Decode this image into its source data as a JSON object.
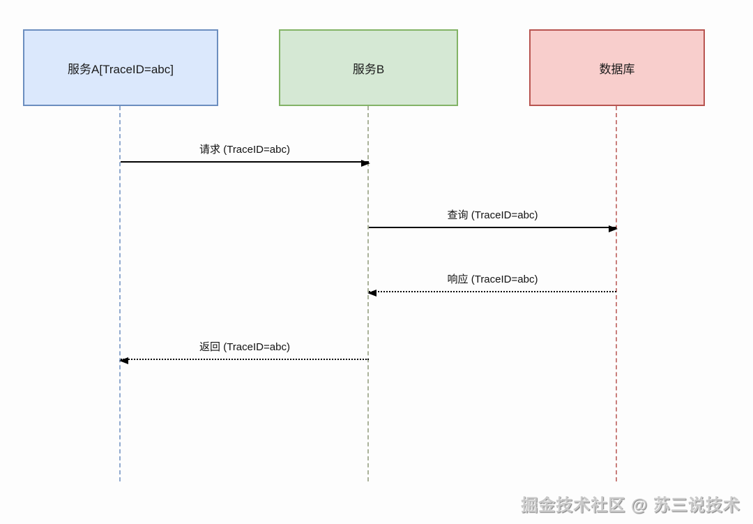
{
  "diagram": {
    "type": "sequence",
    "participants": [
      {
        "id": "service-a",
        "label": "服务A[TraceID=abc]",
        "fill_color": "#dbe8fc",
        "border_color": "#6c8ebf"
      },
      {
        "id": "service-b",
        "label": "服务B",
        "fill_color": "#d5e8d4",
        "border_color": "#82b366"
      },
      {
        "id": "database",
        "label": "数据库",
        "fill_color": "#f8cecc",
        "border_color": "#b85450"
      }
    ],
    "messages": [
      {
        "label": "请求 (TraceID=abc)",
        "from": "service-a",
        "to": "service-b",
        "line_style": "solid",
        "direction": "right",
        "color": "#000000"
      },
      {
        "label": "查询 (TraceID=abc)",
        "from": "service-b",
        "to": "database",
        "line_style": "solid",
        "direction": "right",
        "color": "#000000"
      },
      {
        "label": "响应 (TraceID=abc)",
        "from": "database",
        "to": "service-b",
        "line_style": "dotted",
        "direction": "left",
        "color": "#000000"
      },
      {
        "label": "返回 (TraceID=abc)",
        "from": "service-b",
        "to": "service-a",
        "line_style": "dotted",
        "direction": "left",
        "color": "#000000"
      }
    ]
  },
  "watermark": {
    "text": "掘金技术社区 @ 苏三说技术"
  }
}
